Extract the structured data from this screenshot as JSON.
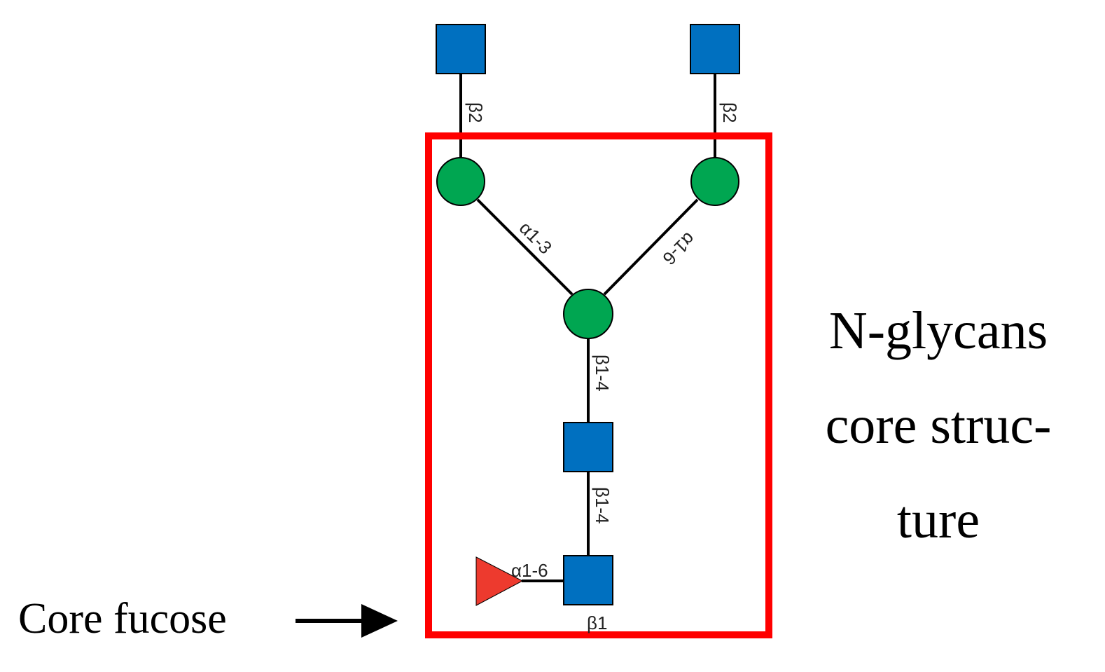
{
  "labels": {
    "title_line1": "N-glycans",
    "title_line2": "core struc-",
    "title_line3": "ture",
    "core_fucose": "Core fucose"
  },
  "linkages": {
    "left_antenna_top": "β2",
    "right_antenna_top": "β2",
    "left_branch": "α1-3",
    "right_branch": "α1-6",
    "upper_stem": "β1-4",
    "lower_stem": "β1-4",
    "fucose": "α1-6",
    "reducing_end": "β1"
  },
  "colors": {
    "glcnac_square": "#0070C0",
    "mannose_circle": "#00A651",
    "fucose_triangle": "#ED3A2E",
    "highlight_box": "#FF0000",
    "bond": "#000000"
  },
  "legend": {
    "glcnac": "blue-square-icon",
    "mannose": "green-circle-icon",
    "fucose": "red-triangle-icon"
  }
}
